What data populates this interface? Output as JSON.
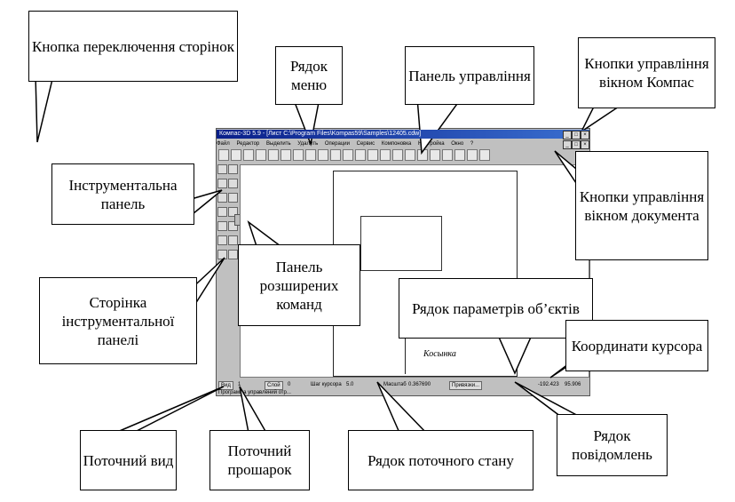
{
  "window": {
    "title": "Компас-3D 5.9 - [Лист C:\\Program Files\\Kompas59\\Samples\\12405.cdw]",
    "menu": [
      "Файл",
      "Редактор",
      "Выделить",
      "Удалить",
      "Операции",
      "Сервис",
      "Компоновка",
      "Настройка",
      "Окно",
      "?"
    ],
    "window_buttons": [
      "_",
      "□",
      "×"
    ],
    "drawing_title": "Косынка",
    "status_bar": {
      "view_button": "Вид",
      "view_value": "1",
      "layer_button": "Слой",
      "layer_value": "0",
      "cursor_step_label": "Шаг курсора",
      "cursor_step_value": "5.0",
      "scale_label": "Масштаб",
      "scale_value": "0.367690",
      "snaps_button": "Привязки...",
      "coord_x": "-192.423",
      "coord_y": "95.906",
      "message": "Программа управлений отр..."
    }
  },
  "callouts": {
    "page_switch": "Кнопка переключення сторінок",
    "menu_row": "Рядок меню",
    "control_panel": "Панель управління",
    "kompas_window_buttons": "Кнопки управління вікном Компас",
    "tool_panel": "Інструментальна панель",
    "document_window_buttons": "Кнопки управління вікном документа",
    "extended_commands": "Панель розширених команд",
    "object_params": "Рядок параметрів об’єктів",
    "tool_panel_page": "Сторінка інструментальної панелі",
    "cursor_coords": "Координати курсора",
    "current_view": "Поточний вид",
    "current_layer": "Поточний прошарок",
    "current_state": "Рядок поточного стану",
    "messages_row": "Рядок повідомлень"
  }
}
